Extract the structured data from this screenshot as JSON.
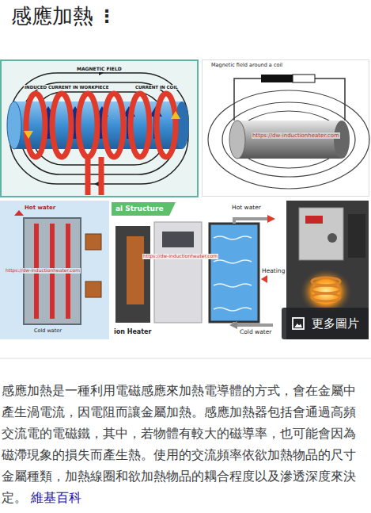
{
  "diagram": {
    "title": "感應加熱",
    "nodes": [
      {
        "text": [
          "更多圖片"
        ]
      }
    ],
    "labels": [
      "⋮",
      "MAGNETIC FIELD",
      "INDUCED CURRENT IN WORKPIECE",
      "CURRENT IN COIL",
      "Magnetic field around a coil",
      "https://dw-inductionheater.com",
      "Hot water",
      "https://dw-inductionheater.com",
      "Cold water",
      "al Structure",
      "https://dw-inductionheater.com",
      "Hot water",
      "Heating",
      "Cold water",
      "ion Heater",
      "感應加熱是一種利用電磁感應來加熱電導體的方式，會在金屬中產生渦電流，因電阻而讓金屬加熱。感應加熱器包括會通過高頻交流電的電磁鐵，其中，若物體有較大的磁導率，也可能會因為磁滯現象的損失而產生熱。使用的交流頻率依欲加熱物品的尺寸金屬種類，加熱線圈和欲加熱物品的耦合程度以及滲透深度來決定。",
      "維基百科"
    ]
  }
}
